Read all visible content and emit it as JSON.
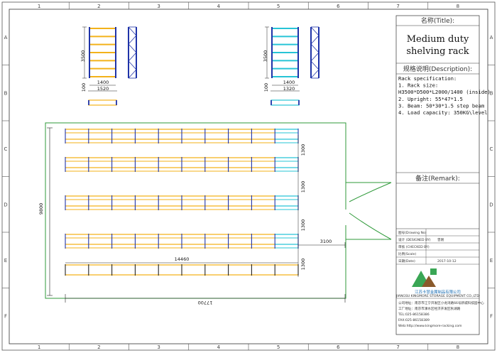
{
  "border": {
    "columns": [
      "1",
      "2",
      "3",
      "4",
      "5",
      "6",
      "7",
      "8"
    ],
    "rows": [
      "A",
      "B",
      "C",
      "D",
      "E",
      "F"
    ]
  },
  "colors": {
    "beam": "#f3b21a",
    "upright": "#1f33a8",
    "upright_cyan": "#27c4d6",
    "wall": "#2f9a3a",
    "line": "#222222",
    "logo_green": "#3aa655",
    "logo_brown": "#8a5a2b"
  },
  "elevation_views": {
    "left": {
      "height_label": "3500",
      "width_top": "1400",
      "width_bottom": "1520",
      "side_label": "100"
    },
    "right": {
      "height_label": "3500",
      "width_top": "1400",
      "width_bottom": "1320",
      "side_label": "100"
    }
  },
  "plan": {
    "rows": 5,
    "bays_per_row": 10,
    "overall_height": "9800",
    "overall_width": "17700",
    "row_length": "14460",
    "aisle_widths": [
      "1300",
      "1300",
      "1300",
      "1300"
    ],
    "side_aisle": "3100"
  },
  "title_block": {
    "title_header": "名称(Title):",
    "title_line1": "Medium duty",
    "title_line2": "shelving rack",
    "description_header": "规格说明(Description):",
    "spec_lines": [
      "Rack specification:",
      "1. Rack size:",
      "  H3500*D500*L2000/1400 (inside)",
      "2. Upright: 55*47*1.5",
      "3. Beam: 50*30*1.5 step beam",
      "4. Load capacity: 350KG\\level"
    ],
    "remark_header": "备注(Remark):",
    "info_rows": [
      {
        "label": "图号(Drawing No)",
        "value": ""
      },
      {
        "label": "设计 (DESIGNED BY)",
        "value": "曾刚"
      },
      {
        "label": "审核 (CHECKED BY)",
        "value": ""
      },
      {
        "label": "比例(Scale)",
        "value": ""
      },
      {
        "label": "日期(Date)",
        "value": "2017-10-12"
      }
    ],
    "company_name": "江苏卡慧金属制品有限公司",
    "company_en": "JIANGSU KINGMORE STORAGE EQUIPMENT CO.,LTD",
    "contact_lines": [
      "公司地址：南京市江宁开发区小龙湾路66号新城科技园中心",
      "工厂地址：南京市溧水区经济开发区秋湖路",
      "TEL:025-86158386",
      "FAX:025-86158389",
      "Web:http://www.kingmore-racking.com"
    ]
  }
}
